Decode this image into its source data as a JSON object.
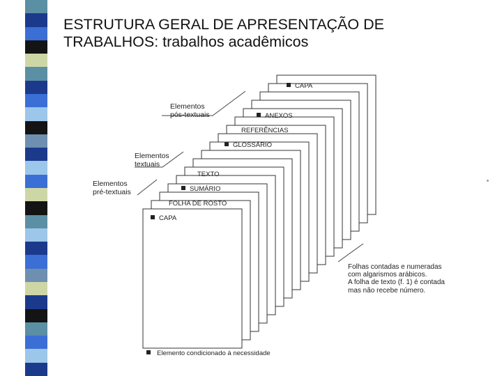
{
  "title": {
    "line1": "ESTRUTURA GERAL DE APRESENTAÇÃO DE",
    "line2": "TRABALHOS: trabalhos acadêmicos"
  },
  "colors": {
    "stripe_palette": [
      "#5b8fa3",
      "#1c3a8c",
      "#3b6fd6",
      "#141414",
      "#cdd7a6",
      "#9cc6ea",
      "#6f8fb0"
    ]
  },
  "group_labels": {
    "pos_textuais": [
      "Elementos",
      "pós-textuais"
    ],
    "textuais": [
      "Elementos",
      "textuais"
    ],
    "pre_textuais": [
      "Elementos",
      "pré-textuais"
    ]
  },
  "sheets": {
    "capa_back": "CAPA",
    "anexos": "ANEXOS",
    "referencias": "REFERÊNCIAS",
    "glossario": "GLOSSÁRIO",
    "texto": "TEXTO",
    "sumario": "SUMÁRIO",
    "folha_de_rosto": "FOLHA DE ROSTO",
    "capa_front": "CAPA"
  },
  "note": [
    "Folhas contadas e numeradas",
    "com algarismos arábicos.",
    "A folha de texto (f. 1) é contada",
    "mas não recebe número."
  ],
  "legend": "Elemento condicionado à necessidade"
}
